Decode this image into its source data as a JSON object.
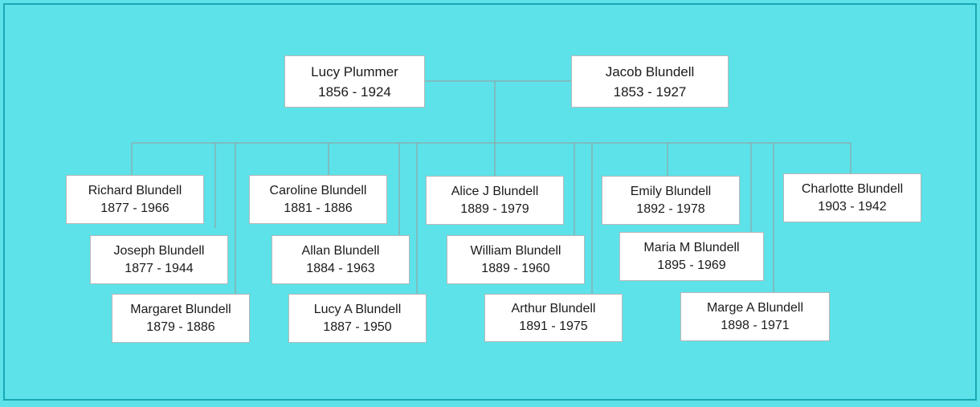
{
  "parents": [
    {
      "id": "lucy-plummer",
      "name": "Lucy Plummer",
      "dates": "1856 - 1924"
    },
    {
      "id": "jacob-blundell",
      "name": "Jacob Blundell",
      "dates": "1853 - 1927"
    }
  ],
  "children": [
    {
      "id": "richard-blundell",
      "name": "Richard Blundell",
      "dates": "1877 - 1966"
    },
    {
      "id": "joseph-blundell",
      "name": "Joseph Blundell",
      "dates": "1877 - 1944"
    },
    {
      "id": "margaret-blundell",
      "name": "Margaret Blundell",
      "dates": "1879 - 1886"
    },
    {
      "id": "caroline-blundell",
      "name": "Caroline Blundell",
      "dates": "1881 - 1886"
    },
    {
      "id": "allan-blundell",
      "name": "Allan Blundell",
      "dates": "1884 - 1963"
    },
    {
      "id": "lucy-a-blundell",
      "name": "Lucy A Blundell",
      "dates": "1887 - 1950"
    },
    {
      "id": "alice-j-blundell",
      "name": "Alice J Blundell",
      "dates": "1889 - 1979"
    },
    {
      "id": "william-blundell",
      "name": "William Blundell",
      "dates": "1889 - 1960"
    },
    {
      "id": "arthur-blundell",
      "name": "Arthur Blundell",
      "dates": "1891 - 1975"
    },
    {
      "id": "emily-blundell",
      "name": "Emily Blundell",
      "dates": "1892 - 1978"
    },
    {
      "id": "maria-m-blundell",
      "name": "Maria M Blundell",
      "dates": "1895 - 1969"
    },
    {
      "id": "marge-a-blundell",
      "name": "Marge A Blundell",
      "dates": "1898 - 1971"
    },
    {
      "id": "charlotte-blundell",
      "name": "Charlotte Blundell",
      "dates": "1903 - 1942"
    }
  ]
}
